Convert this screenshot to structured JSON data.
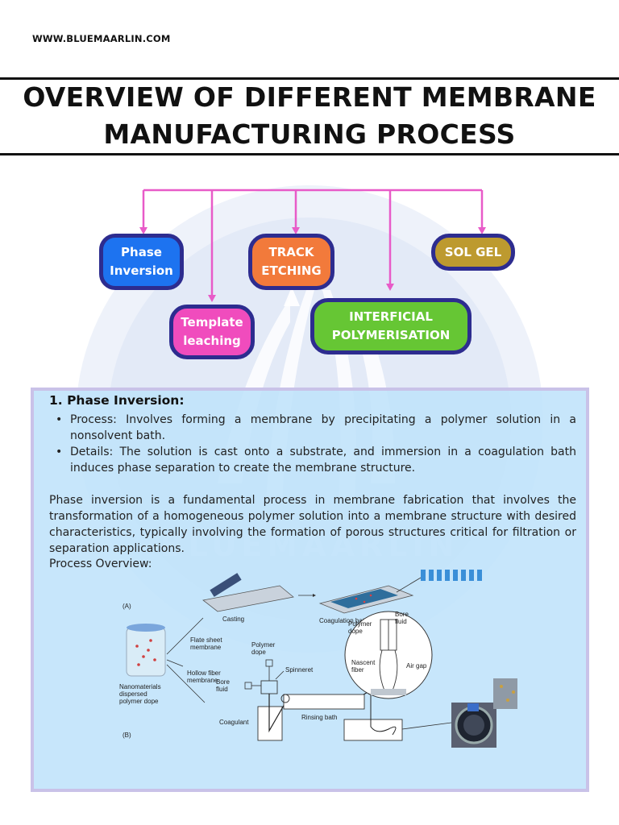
{
  "header": {
    "site_url": "WWW.BLUEMAARLIN.COM",
    "title_line1": "OVERVIEW OF DIFFERENT MEMBRANE",
    "title_line2": "MANUFACTURING PROCESS"
  },
  "watermark": {
    "text": "BLUEMAARLIN"
  },
  "diagram": {
    "line_color": "#e85bc8",
    "nodes": [
      {
        "id": "phase",
        "line1": "Phase",
        "line2": "Inversion",
        "color": "#1d73f0"
      },
      {
        "id": "track",
        "line1": "TRACK",
        "line2": "ETCHING",
        "color": "#f27a3b"
      },
      {
        "id": "sol",
        "line1": "SOL GEL",
        "color": "#bd9a2f"
      },
      {
        "id": "template",
        "line1": "Template",
        "line2": "leaching",
        "color": "#f04cbd"
      },
      {
        "id": "inter",
        "line1": "INTERFICIAL",
        "line2": "POLYMERISATION",
        "color": "#66c634"
      }
    ],
    "border_color": "#2d2c8f"
  },
  "section": {
    "heading": "1. Phase Inversion:",
    "bullets": [
      "Process: Involves forming a membrane by precipitating a polymer solution in a nonsolvent bath.",
      "Details: The solution is cast onto a substrate, and immersion in a coagulation bath induces phase separation to create the membrane structure."
    ],
    "paragraph": "Phase inversion is a fundamental process in membrane fabrication that involves the transformation of a homogeneous polymer solution into a membrane structure with desired characteristics, typically involving the formation of porous structures critical for filtration or separation applications.",
    "overview_label": "Process Overview:",
    "panel_color": "#bfe2fa"
  },
  "figure": {
    "label_a": "(A)",
    "label_b": "(B)",
    "casting": "Casting",
    "coagulation_bath": "Coagulation bath",
    "flat_sheet_1": "Flate sheet",
    "flat_sheet_2": "membrane",
    "hollow_fiber_1": "Hollow fiber",
    "hollow_fiber_2": "membrane",
    "nano_1": "Nanomaterials",
    "nano_2": "dispersed",
    "nano_3": "polymer dope",
    "polymer_dope_1": "Polymer",
    "polymer_dope_2": "dope",
    "bore_fluid_1": "Bore",
    "bore_fluid_2": "fluid",
    "spinneret": "Spinneret",
    "coagulant": "Coagulant",
    "rinsing_bath": "Rinsing bath",
    "polymer_dope_c1": "Polymer",
    "polymer_dope_c2": "dope",
    "bore_fluid_c1": "Bore",
    "bore_fluid_c2": "fluid",
    "nascent_1": "Nascent",
    "nascent_2": "fiber",
    "air_gap": "Air gap"
  }
}
